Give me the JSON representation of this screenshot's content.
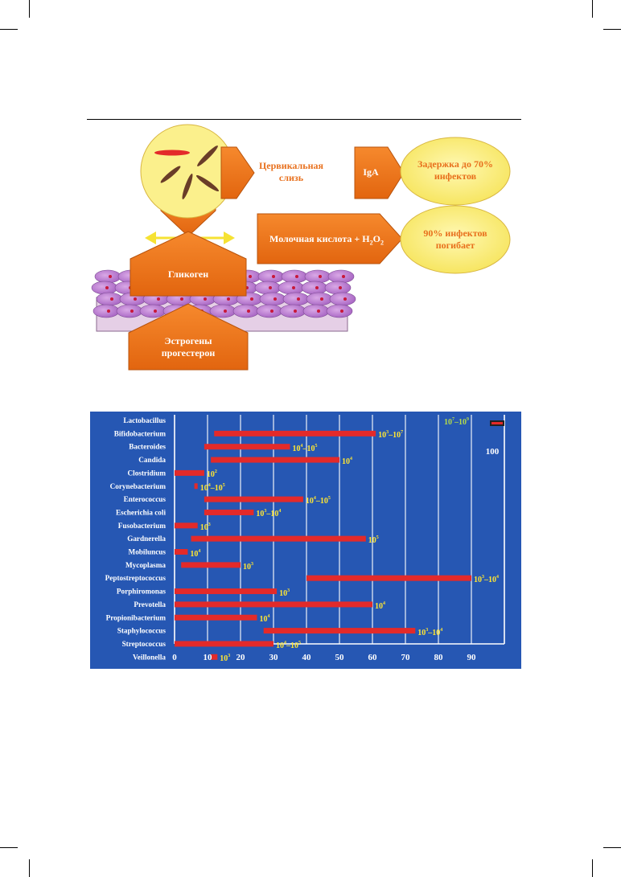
{
  "diagram": {
    "cervical_mucus": "Цервикальная\nслизь",
    "iga": "IgA",
    "delay": "Задержка до 70%\nинфектов",
    "lactic_acid": "Молочная кислота + H",
    "lactic_acid_sub1": "2",
    "lactic_acid_o": "O",
    "lactic_acid_sub2": "2",
    "ninety": "90% инфектов\nпогибает",
    "glycogen": "Гликоген",
    "estrogens": "Эстрогены\nпрогестерон"
  },
  "chart_data": {
    "type": "bar",
    "orientation": "horizontal",
    "xlim": [
      0,
      100
    ],
    "x_ticks": [
      "0",
      "10",
      "20",
      "30",
      "40",
      "50",
      "60",
      "70",
      "80",
      "90"
    ],
    "legend_label": "100",
    "bars": [
      {
        "name": "Lactobacillus",
        "start": null,
        "end": null,
        "label": "10<sup>7</sup>–10<sup>9</sup>",
        "label_color": "#b5dc4a"
      },
      {
        "name": "Bifidobacterium",
        "start": 12,
        "end": 61,
        "label": "10<sup>3</sup>–10<sup>7</sup>",
        "label_color": "#ffe633"
      },
      {
        "name": "Bacteroides",
        "start": 9,
        "end": 35,
        "label": "10<sup>4</sup>–10<sup>5</sup>",
        "label_color": "#ffe633"
      },
      {
        "name": "Candida",
        "start": 11,
        "end": 50,
        "label": "10<sup>4</sup>",
        "label_color": "#ffe633"
      },
      {
        "name": "Clostridium",
        "start": 0,
        "end": 9,
        "label": "10<sup>2</sup>",
        "label_color": "#ffe633"
      },
      {
        "name": "Corynebacterium",
        "start": 6,
        "end": 7,
        "label": "10<sup>4</sup>–10<sup>5</sup>",
        "label_color": "#ffe633"
      },
      {
        "name": "Enterococcus",
        "start": 9,
        "end": 39,
        "label": "10<sup>4</sup>–10<sup>5</sup>",
        "label_color": "#ffe633"
      },
      {
        "name": "Escherichia coli",
        "start": 9,
        "end": 24,
        "label": "10<sup>3</sup>–10<sup>4</sup>",
        "label_color": "#ffe633"
      },
      {
        "name": "Fusobacterium",
        "start": 0,
        "end": 7,
        "label": "10<sup>3</sup>",
        "label_color": "#ffe633"
      },
      {
        "name": "Gardnerella",
        "start": 5,
        "end": 58,
        "label": "10<sup>5</sup>",
        "label_color": "#ffe633"
      },
      {
        "name": "Mobiluncus",
        "start": 0,
        "end": 4,
        "label": "10<sup>4</sup>",
        "label_color": "#ffe633"
      },
      {
        "name": "Mycoplasma",
        "start": 2,
        "end": 20,
        "label": "10<sup>3</sup>",
        "label_color": "#ffe633"
      },
      {
        "name": "Peptostreptococcus",
        "start": 40,
        "end": 90,
        "label": "10<sup>3</sup>–10<sup>4</sup>",
        "label_color": "#ffe633"
      },
      {
        "name": "Porphiromonas",
        "start": 0,
        "end": 31,
        "label": "10<sup>3</sup>",
        "label_color": "#ffe633"
      },
      {
        "name": "Prevotella",
        "start": 0,
        "end": 60,
        "label": "10<sup>4</sup>",
        "label_color": "#ffe633"
      },
      {
        "name": "Propionibacterium",
        "start": 0,
        "end": 25,
        "label": "10<sup>4</sup>",
        "label_color": "#ffe633"
      },
      {
        "name": "Staphylococcus",
        "start": 27,
        "end": 73,
        "label": "10<sup>3</sup>–10<sup>4</sup>",
        "label_color": "#ffe633"
      },
      {
        "name": "Streptococcus",
        "start": 0,
        "end": 30,
        "label": "10<sup>4</sup>–10<sup>5</sup>",
        "label_color": "#ffe633"
      },
      {
        "name": "Veillonella",
        "start": 11,
        "end": 13,
        "label": "10<sup>3</sup>",
        "label_color": "#ffe633"
      }
    ],
    "colors": {
      "background": "#2657b3",
      "bar": "#e32a2a",
      "grid": "#ffffff",
      "label": "#ffe633"
    }
  }
}
